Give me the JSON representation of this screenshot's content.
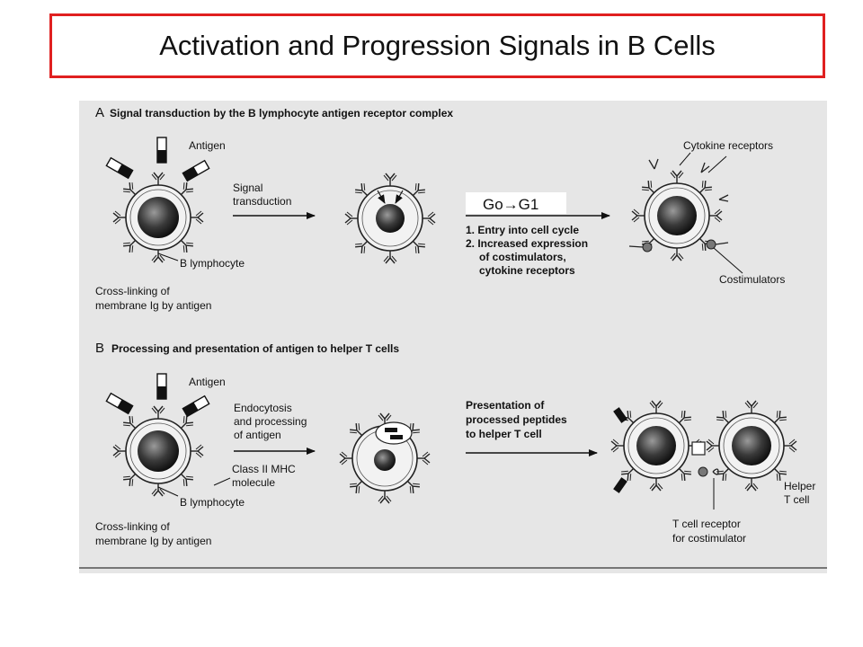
{
  "title": "Activation and Progression Signals in B Cells",
  "colors": {
    "title_border": "#e02020",
    "figure_bg": "#e6e6e6",
    "ink": "#111111"
  },
  "panelA": {
    "letter": "A",
    "heading": "Signal transduction by the B lymphocyte antigen receptor complex",
    "antigen": "Antigen",
    "b_lymphocyte": "B lymphocyte",
    "crosslink": [
      "Cross-linking of",
      "membrane Ig by antigen"
    ],
    "signal": [
      "Signal",
      "transduction"
    ],
    "go_g1": "Go→G1",
    "steps": [
      "1. Entry into cell cycle",
      "2. Increased expression",
      "of costimulators,",
      "cytokine receptors"
    ],
    "cytokine_receptors": "Cytokine receptors",
    "costimulators": "Costimulators"
  },
  "panelB": {
    "letter": "B",
    "heading": "Processing and presentation of antigen to helper T cells",
    "antigen": "Antigen",
    "b_lymphocyte": "B lymphocyte",
    "crosslink": [
      "Cross-linking of",
      "membrane Ig by antigen"
    ],
    "endocytosis": [
      "Endocytosis",
      "and processing",
      "of antigen"
    ],
    "mhc": [
      "Class II MHC",
      "molecule"
    ],
    "presentation": [
      "Presentation of",
      "processed peptides",
      "to helper T cell"
    ],
    "helper": [
      "Helper",
      "T cell"
    ],
    "tcr": [
      "T cell receptor",
      "for costimulator"
    ]
  }
}
